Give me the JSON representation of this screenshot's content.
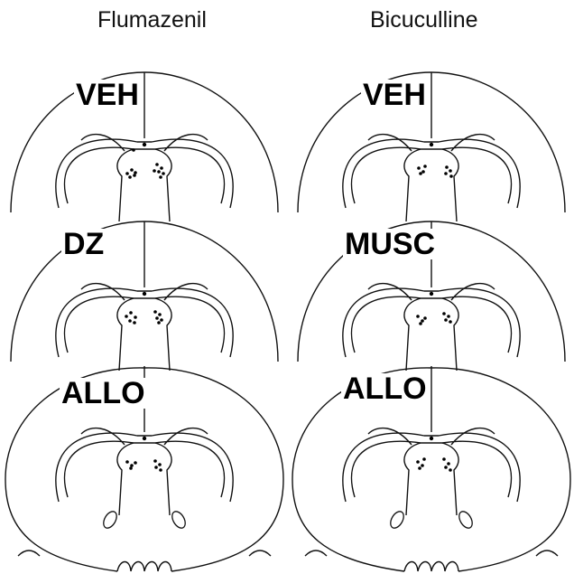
{
  "columns": [
    {
      "header": "Flumazenil",
      "rows": [
        "VEH",
        "DZ",
        "ALLO"
      ]
    },
    {
      "header": "Bicuculline",
      "rows": [
        "VEH",
        "MUSC",
        "ALLO"
      ]
    }
  ],
  "colors": {
    "line": "#111111",
    "background": "#ffffff",
    "dots": "#000000"
  }
}
